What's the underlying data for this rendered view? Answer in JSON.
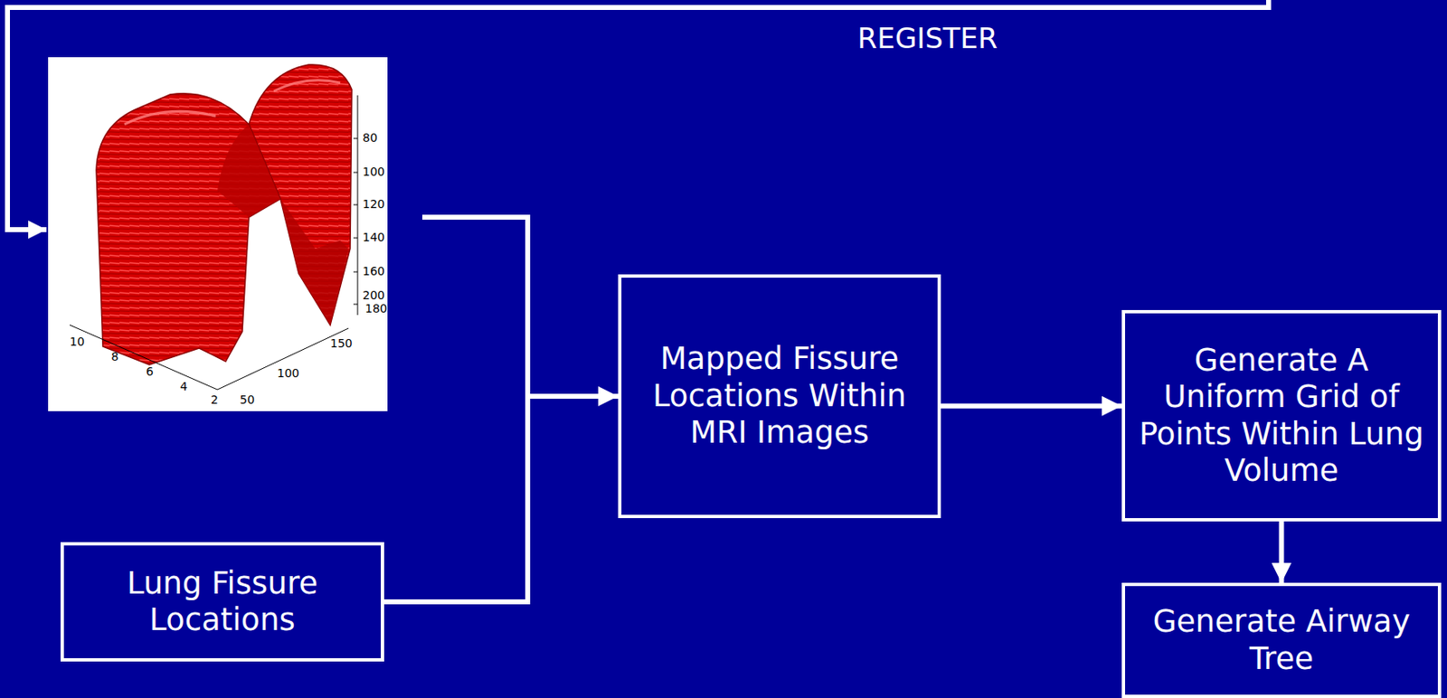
{
  "diagram": {
    "nodes": [
      {
        "text": [
          "Lung Fissure Locations"
        ]
      },
      {
        "text": [
          "Mapped Fissure Locations Within MRI Images"
        ]
      },
      {
        "text": [
          "Generate A Uniform Grid of Points Within Lung Volume"
        ]
      },
      {
        "text": [
          "Generate Airway Tree"
        ]
      }
    ],
    "edges": [
      {
        "from": 0,
        "to": 1,
        "arrow": "to"
      },
      {
        "from": 1,
        "to": 2,
        "arrow": "to"
      },
      {
        "from": 2,
        "to": 3,
        "arrow": "to"
      }
    ],
    "labels": [
      "REGISTER",
      "80",
      "100",
      "120",
      "140",
      "160",
      "180",
      "200",
      "150",
      "100",
      "50",
      "10",
      "8",
      "6",
      "4",
      "2"
    ]
  }
}
